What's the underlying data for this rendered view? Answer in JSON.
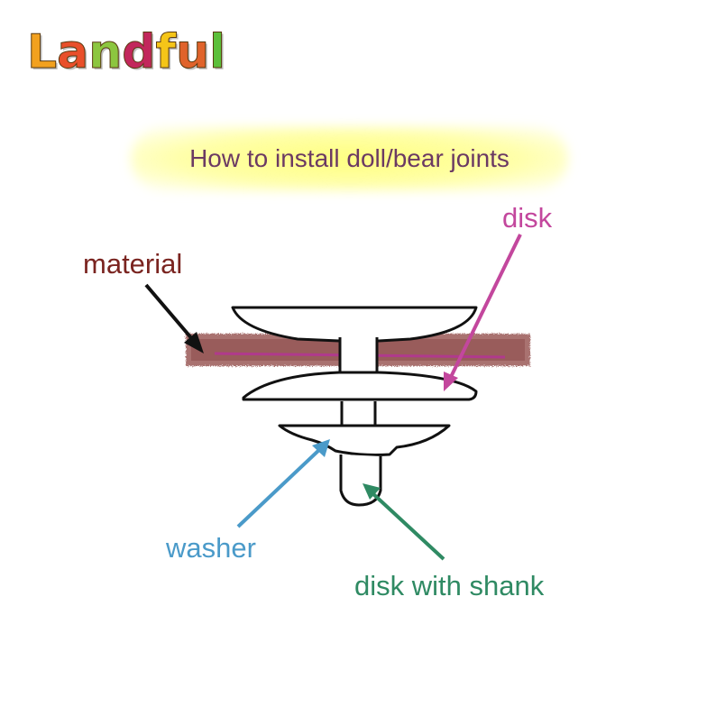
{
  "logo": {
    "text": "Landful",
    "letters": [
      "L",
      "a",
      "n",
      "d",
      "f",
      "u",
      "l"
    ]
  },
  "title": "How to install doll/bear joints",
  "labels": {
    "material": "material",
    "disk": "disk",
    "washer": "washer",
    "disk_with_shank": "disk with shank"
  },
  "colors": {
    "title_text": "#6b3a63",
    "title_glow": "#ffff78",
    "material_label": "#7a2420",
    "material_band": "#9b5a58",
    "center_line": "#b03a8c",
    "disk_label": "#c3479d",
    "washer_label": "#4a9ac9",
    "shank_label": "#2f8a63",
    "outline": "#111111"
  }
}
